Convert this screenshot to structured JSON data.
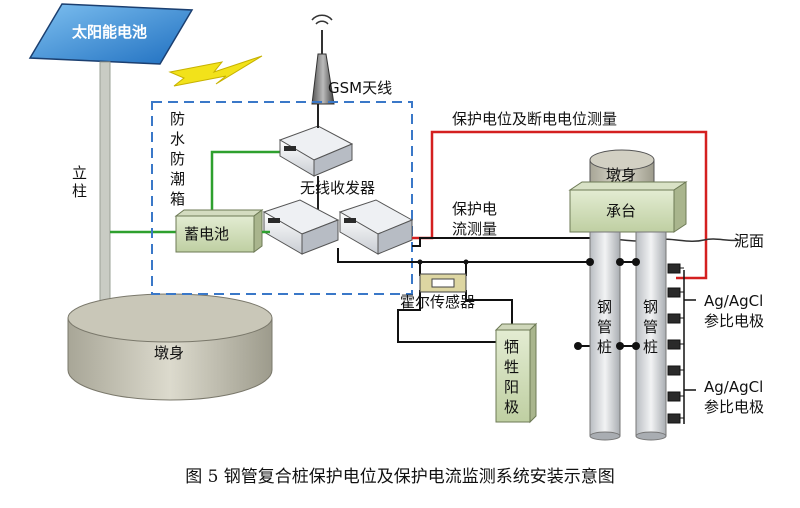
{
  "labels": {
    "solar_panel": "太阳能电池",
    "pole": "立柱",
    "pier_left": "墩身",
    "antenna": "GSM天线",
    "box": "防水防潮箱",
    "transceiver": "无线收发器",
    "battery": "蓄电池",
    "potential_measure": "保护电位及断电电位测量",
    "current_measure": "保护电流测量",
    "hall_sensor": "霍尔传感器",
    "anode": "牺牲阳极",
    "pier_top": "墩身",
    "cap": "承台",
    "mudline": "泥面",
    "pile_left": "钢管桩",
    "pile_right": "钢管桩",
    "electrode_1": "Ag/AgCl参比电极",
    "electrode_2": "Ag/AgCl参比电极"
  },
  "caption": "图 5 钢管复合桩保护电位及保护电流监测系统安装示意图",
  "colors": {
    "potential_wire": "#d42020",
    "battery_wire": "#2ea02e",
    "box_border": "#3a78c8",
    "lightning": "#f2e21a"
  }
}
